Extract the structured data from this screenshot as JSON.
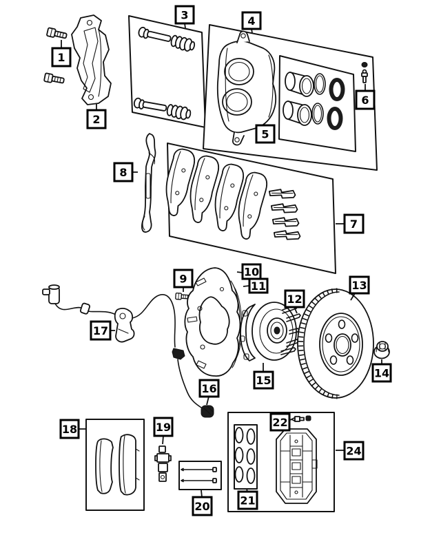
{
  "figure": {
    "kind": "exploded-parts-diagram",
    "subject": "front disc brake components",
    "background_color": "#ffffff",
    "ink_color": "#111111"
  },
  "callouts": [
    {
      "label": "1",
      "part": "adapter-mounting-bolts"
    },
    {
      "label": "2",
      "part": "caliper-adapter-bracket"
    },
    {
      "label": "3",
      "part": "guide-pin-and-boot-kit"
    },
    {
      "label": "4",
      "part": "disc-brake-caliper-assembly"
    },
    {
      "label": "5",
      "part": "caliper-piston-and-seal-kit"
    },
    {
      "label": "6",
      "part": "bleeder-screw-and-cap"
    },
    {
      "label": "7",
      "part": "brake-pad-and-clip-kit"
    },
    {
      "label": "8",
      "part": "pad-support-spring"
    },
    {
      "label": "9",
      "part": "shield-mounting-bolt"
    },
    {
      "label": "10",
      "part": "brake-splash-shield"
    },
    {
      "label": "11",
      "part": "splash-shield-inner"
    },
    {
      "label": "12",
      "part": "wheel-stud"
    },
    {
      "label": "13",
      "part": "brake-rotor"
    },
    {
      "label": "14",
      "part": "spindle-nut"
    },
    {
      "label": "15",
      "part": "hub-and-bearing-assembly"
    },
    {
      "label": "16",
      "part": "sensor-harness-connector"
    },
    {
      "label": "17",
      "part": "abs-wheel-speed-sensor"
    },
    {
      "label": "18",
      "part": "brake-pad-set"
    },
    {
      "label": "19",
      "part": "harness-retainer-fitting"
    },
    {
      "label": "20",
      "part": "caliper-pin-set"
    },
    {
      "label": "21",
      "part": "piston-boot-set"
    },
    {
      "label": "22",
      "part": "bleeder-screw"
    },
    {
      "label": "24",
      "part": "performance-caliper-kit"
    }
  ]
}
